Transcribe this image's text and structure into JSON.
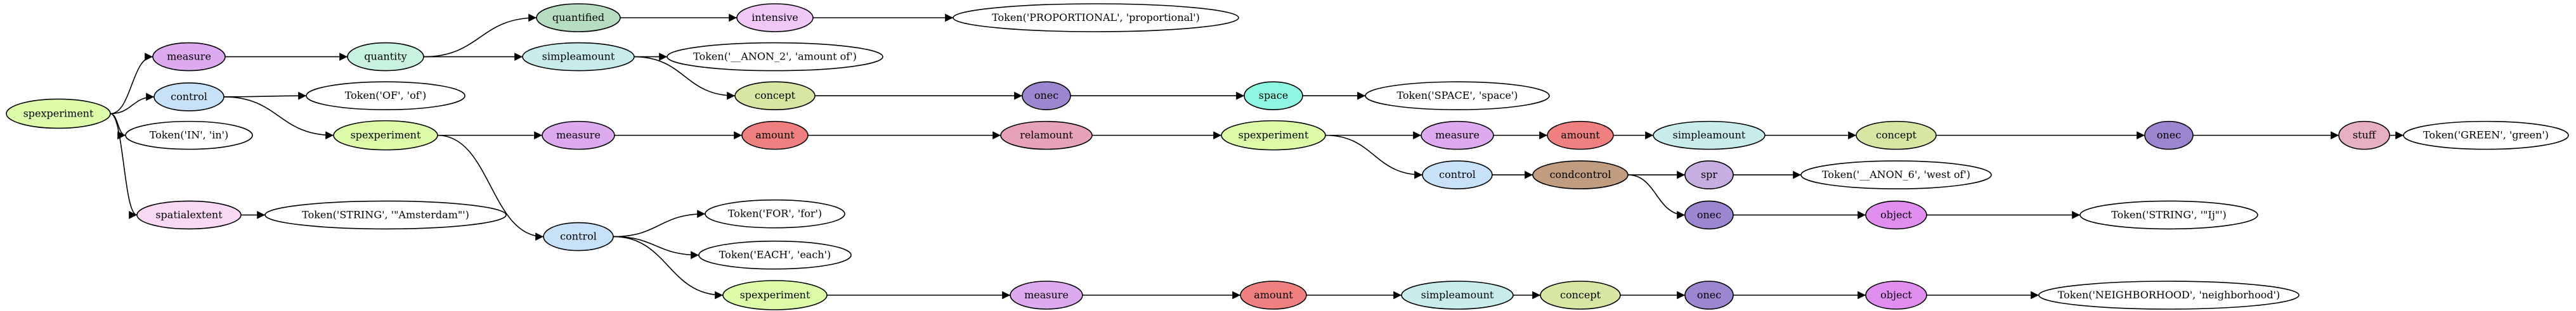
{
  "graph": {
    "nodes": [
      {
        "id": "n_spexp_root",
        "label": "spexperiment",
        "color": "#ddfcaa"
      },
      {
        "id": "n_measure1",
        "label": "measure",
        "color": "#ddaaf0"
      },
      {
        "id": "n_control1",
        "label": "control",
        "color": "#c7e2f8"
      },
      {
        "id": "n_tok_in",
        "label": "Token('IN', 'in')",
        "color": "#ffffff"
      },
      {
        "id": "n_spatial",
        "label": "spatialextent",
        "color": "#f8d8f4"
      },
      {
        "id": "n_quantity",
        "label": "quantity",
        "color": "#c8f2e0"
      },
      {
        "id": "n_quantified",
        "label": "quantified",
        "color": "#b6ddc0"
      },
      {
        "id": "n_intensive",
        "label": "intensive",
        "color": "#f0c8f8"
      },
      {
        "id": "n_tok_prop",
        "label": "Token('PROPORTIONAL', 'proportional')",
        "color": "#ffffff"
      },
      {
        "id": "n_simple1",
        "label": "simpleamount",
        "color": "#c8ecec"
      },
      {
        "id": "n_tok_anon2",
        "label": "Token('__ANON_2', 'amount of')",
        "color": "#ffffff"
      },
      {
        "id": "n_concept1",
        "label": "concept",
        "color": "#d8e6a4"
      },
      {
        "id": "n_onec1",
        "label": "onec",
        "color": "#9d86d0"
      },
      {
        "id": "n_space",
        "label": "space",
        "color": "#8ef6e2"
      },
      {
        "id": "n_tok_space",
        "label": "Token('SPACE', 'space')",
        "color": "#ffffff"
      },
      {
        "id": "n_tok_of",
        "label": "Token('OF', 'of')",
        "color": "#ffffff"
      },
      {
        "id": "n_spexp2",
        "label": "spexperiment",
        "color": "#ddfcaa"
      },
      {
        "id": "n_measure2",
        "label": "measure",
        "color": "#ddaaf0"
      },
      {
        "id": "n_amount1",
        "label": "amount",
        "color": "#f08080"
      },
      {
        "id": "n_relamount",
        "label": "relamount",
        "color": "#e6a2b8"
      },
      {
        "id": "n_spexp3",
        "label": "spexperiment",
        "color": "#ddfcaa"
      },
      {
        "id": "n_measure3",
        "label": "measure",
        "color": "#ddaaf0"
      },
      {
        "id": "n_amount2",
        "label": "amount",
        "color": "#f08080"
      },
      {
        "id": "n_simple2",
        "label": "simpleamount",
        "color": "#c8ecec"
      },
      {
        "id": "n_concept2",
        "label": "concept",
        "color": "#d8e6a4"
      },
      {
        "id": "n_onec2",
        "label": "onec",
        "color": "#9d86d0"
      },
      {
        "id": "n_stuff",
        "label": "stuff",
        "color": "#e6b0c0"
      },
      {
        "id": "n_tok_green",
        "label": "Token('GREEN', 'green')",
        "color": "#ffffff"
      },
      {
        "id": "n_control3",
        "label": "control",
        "color": "#c7e2f8"
      },
      {
        "id": "n_condcontrol",
        "label": "condcontrol",
        "color": "#c09c80"
      },
      {
        "id": "n_spr",
        "label": "spr",
        "color": "#c8aee0"
      },
      {
        "id": "n_tok_anon6",
        "label": "Token('__ANON_6', 'west of')",
        "color": "#ffffff"
      },
      {
        "id": "n_onec3",
        "label": "onec",
        "color": "#9d86d0"
      },
      {
        "id": "n_object1",
        "label": "object",
        "color": "#e08ef0"
      },
      {
        "id": "n_tok_ij",
        "label": "Token('STRING', '\"Ij\"')",
        "color": "#ffffff"
      },
      {
        "id": "n_tok_amsterdam",
        "label": "Token('STRING', '\"Amsterdam\"')",
        "color": "#ffffff"
      },
      {
        "id": "n_control2",
        "label": "control",
        "color": "#c7e2f8"
      },
      {
        "id": "n_tok_for",
        "label": "Token('FOR', 'for')",
        "color": "#ffffff"
      },
      {
        "id": "n_tok_each",
        "label": "Token('EACH', 'each')",
        "color": "#ffffff"
      },
      {
        "id": "n_spexp4",
        "label": "spexperiment",
        "color": "#ddfcaa"
      },
      {
        "id": "n_measure4",
        "label": "measure",
        "color": "#ddaaf0"
      },
      {
        "id": "n_amount3",
        "label": "amount",
        "color": "#f08080"
      },
      {
        "id": "n_simple3",
        "label": "simpleamount",
        "color": "#c8ecec"
      },
      {
        "id": "n_concept3",
        "label": "concept",
        "color": "#d8e6a4"
      },
      {
        "id": "n_onec4",
        "label": "onec",
        "color": "#9d86d0"
      },
      {
        "id": "n_object2",
        "label": "object",
        "color": "#e08ef0"
      },
      {
        "id": "n_tok_neigh",
        "label": "Token('NEIGHBORHOOD', 'neighborhood')",
        "color": "#ffffff"
      }
    ],
    "edges": [
      [
        "n_spexp_root",
        "n_measure1"
      ],
      [
        "n_spexp_root",
        "n_control1"
      ],
      [
        "n_spexp_root",
        "n_tok_in"
      ],
      [
        "n_spexp_root",
        "n_spatial"
      ],
      [
        "n_measure1",
        "n_quantity"
      ],
      [
        "n_quantity",
        "n_quantified"
      ],
      [
        "n_quantity",
        "n_simple1"
      ],
      [
        "n_quantified",
        "n_intensive"
      ],
      [
        "n_intensive",
        "n_tok_prop"
      ],
      [
        "n_simple1",
        "n_tok_anon2"
      ],
      [
        "n_simple1",
        "n_concept1"
      ],
      [
        "n_concept1",
        "n_onec1"
      ],
      [
        "n_onec1",
        "n_space"
      ],
      [
        "n_space",
        "n_tok_space"
      ],
      [
        "n_control1",
        "n_tok_of"
      ],
      [
        "n_control1",
        "n_spexp2"
      ],
      [
        "n_spexp2",
        "n_measure2"
      ],
      [
        "n_spexp2",
        "n_control2"
      ],
      [
        "n_measure2",
        "n_amount1"
      ],
      [
        "n_amount1",
        "n_relamount"
      ],
      [
        "n_relamount",
        "n_spexp3"
      ],
      [
        "n_spexp3",
        "n_measure3"
      ],
      [
        "n_spexp3",
        "n_control3"
      ],
      [
        "n_measure3",
        "n_amount2"
      ],
      [
        "n_amount2",
        "n_simple2"
      ],
      [
        "n_simple2",
        "n_concept2"
      ],
      [
        "n_concept2",
        "n_onec2"
      ],
      [
        "n_onec2",
        "n_stuff"
      ],
      [
        "n_stuff",
        "n_tok_green"
      ],
      [
        "n_control3",
        "n_condcontrol"
      ],
      [
        "n_condcontrol",
        "n_spr"
      ],
      [
        "n_condcontrol",
        "n_onec3"
      ],
      [
        "n_spr",
        "n_tok_anon6"
      ],
      [
        "n_onec3",
        "n_object1"
      ],
      [
        "n_object1",
        "n_tok_ij"
      ],
      [
        "n_spatial",
        "n_tok_amsterdam"
      ],
      [
        "n_control2",
        "n_tok_for"
      ],
      [
        "n_control2",
        "n_tok_each"
      ],
      [
        "n_control2",
        "n_spexp4"
      ],
      [
        "n_spexp4",
        "n_measure4"
      ],
      [
        "n_measure4",
        "n_amount3"
      ],
      [
        "n_amount3",
        "n_simple3"
      ],
      [
        "n_simple3",
        "n_concept3"
      ],
      [
        "n_concept3",
        "n_onec4"
      ],
      [
        "n_onec4",
        "n_object2"
      ],
      [
        "n_object2",
        "n_tok_neigh"
      ]
    ]
  }
}
